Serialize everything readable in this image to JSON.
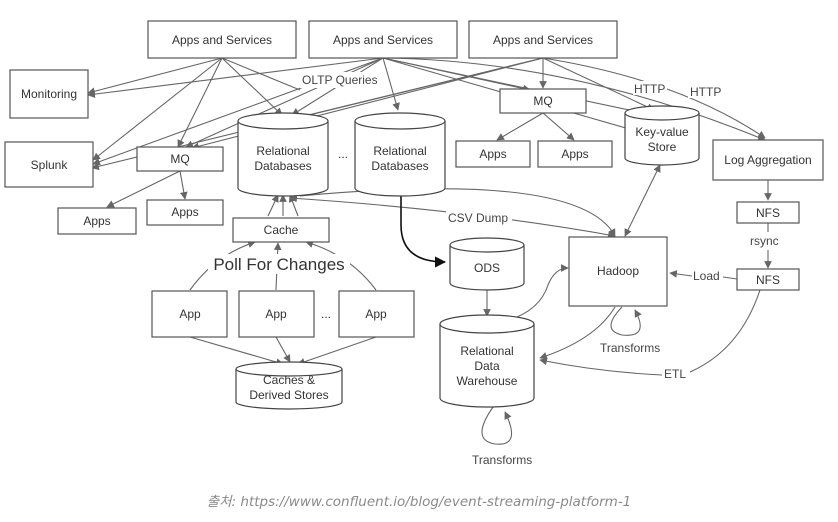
{
  "nodes": {
    "apps_services_1": "Apps and Services",
    "apps_services_2": "Apps and Services",
    "apps_services_3": "Apps and Services",
    "monitoring": "Monitoring",
    "splunk": "Splunk",
    "mq_left": "MQ",
    "mq_right": "MQ",
    "apps_1": "Apps",
    "apps_2": "Apps",
    "apps_3": "Apps",
    "apps_4": "Apps",
    "relational_db_1": [
      "Relational",
      "Databases"
    ],
    "relational_db_2": [
      "Relational",
      "Databases"
    ],
    "db_ellipsis": "...",
    "key_value_store": [
      "Key-value",
      "Store"
    ],
    "log_aggregation": "Log Aggregation",
    "cache": "Cache",
    "nfs_1": "NFS",
    "nfs_2": "NFS",
    "ods": "ODS",
    "hadoop": "Hadoop",
    "app_1": "App",
    "app_2": "App",
    "app_3": "App",
    "app_ellipsis": "...",
    "caches_derived": [
      "Caches &",
      "Derived Stores"
    ],
    "data_warehouse": [
      "Relational",
      "Data",
      "Warehouse"
    ]
  },
  "edge_labels": {
    "oltp": "OLTP Queries",
    "http_1": "HTTP",
    "http_2": "HTTP",
    "csv_dump": "CSV Dump",
    "poll_for_changes": "Poll For Changes",
    "rsync": "rsync",
    "load": "Load",
    "transforms_hadoop": "Transforms",
    "etl": "ETL",
    "transforms_warehouse": "Transforms"
  },
  "caption": "출처: https://www.confluent.io/blog/event-streaming-platform-1"
}
